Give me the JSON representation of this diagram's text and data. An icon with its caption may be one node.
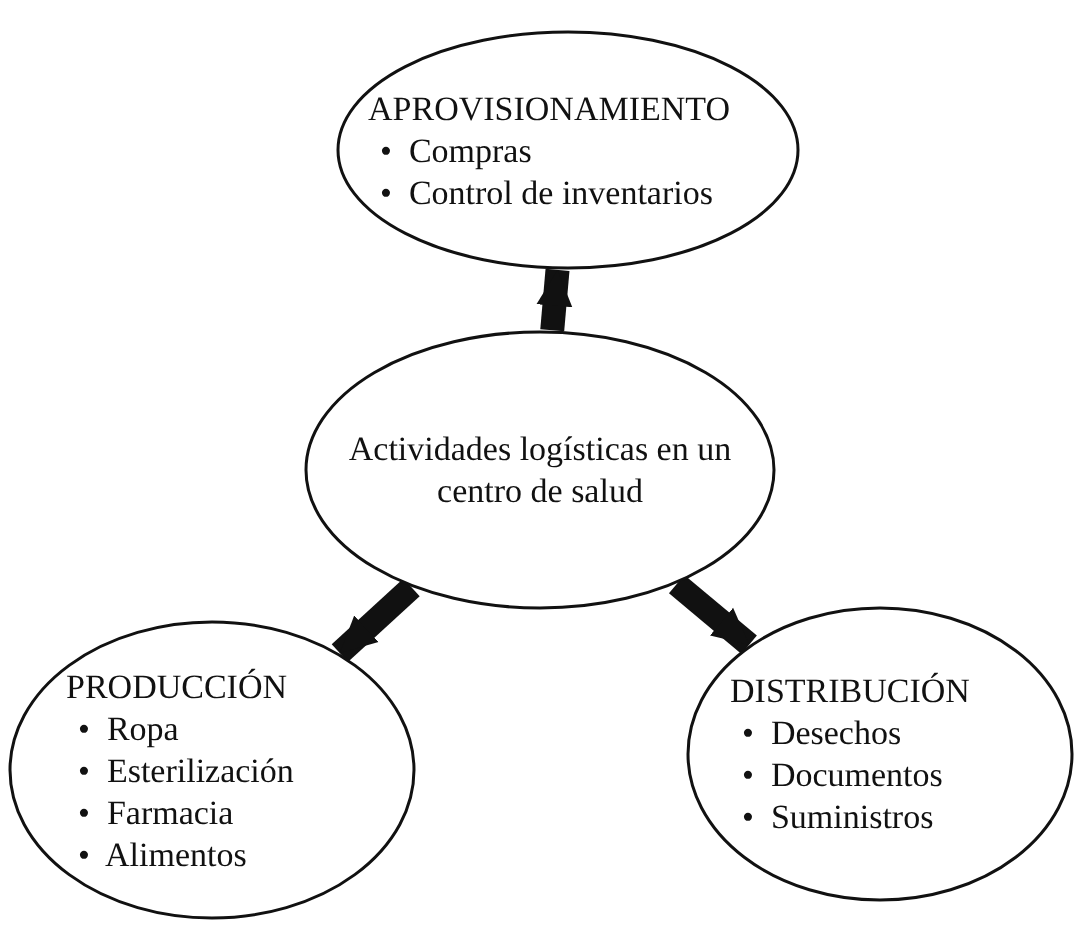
{
  "diagram": {
    "nodes": [
      {
        "text": [
          "APROVISIONAMIENTO",
          "•  Compras",
          "•  Control de inventarios"
        ]
      },
      {
        "text": [
          "Actividades logísticas en un centro de salud"
        ]
      },
      {
        "text": [
          "PRODUCCIÓN",
          "•  Ropa",
          "•  Esterilización",
          "•  Farmacia",
          "•  Alimentos"
        ]
      },
      {
        "text": [
          "DISTRIBUCIÓN",
          "•  Desechos",
          "•  Documentos",
          "•  Suministros"
        ]
      }
    ],
    "edges": [
      {
        "from": 1,
        "to": 0,
        "arrow": "to"
      },
      {
        "from": 1,
        "to": 2,
        "arrow": "to"
      },
      {
        "from": 1,
        "to": 3,
        "arrow": "to"
      }
    ]
  }
}
